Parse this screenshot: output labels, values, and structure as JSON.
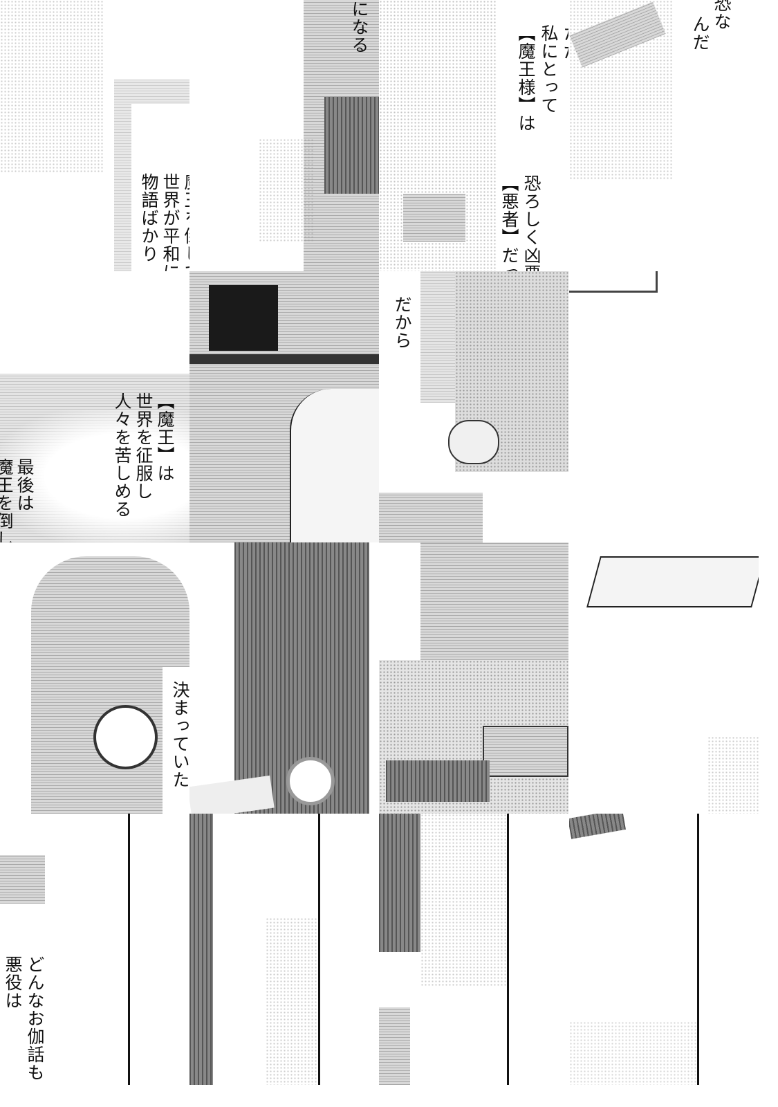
{
  "texts": {
    "r0c0": [
      "魔王を倒して",
      "世界が平和に",
      "物語ばかり"
    ],
    "r0c1": [
      "になる"
    ],
    "r0c2": [
      "ただ",
      "私にとって",
      "【魔王様】は",
      "恐ろしく凶悪",
      "【悪者】だった"
    ],
    "r0c3": [
      "恐な",
      "んだ"
    ],
    "r1c0": [
      "【魔王】は",
      "世界を征服し",
      "人々を苦しめる",
      "最後は",
      "魔王を倒して"
    ],
    "r1c2": [
      "だから"
    ],
    "r2c0": [
      "決まっていた"
    ],
    "r3c0": [
      "どんなお伽話も",
      "悪役は"
    ]
  }
}
